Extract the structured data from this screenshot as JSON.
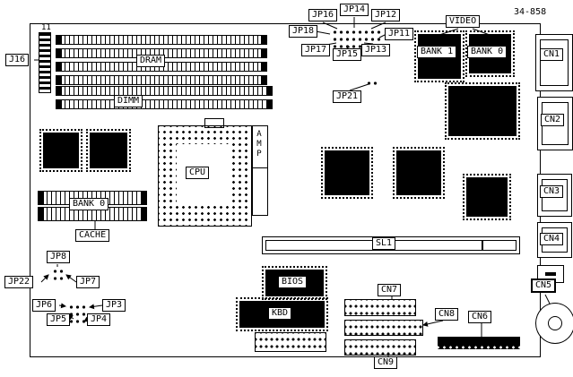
{
  "meta": {
    "part_number": "34-858"
  },
  "colors": {
    "ink": "#000000",
    "paper": "#ffffff"
  },
  "labels": {
    "pin11": "11",
    "j16": "J16",
    "dram": "DRAM",
    "dimm": "DIMM",
    "jp16": "JP16",
    "jp14": "JP14",
    "jp12": "JP12",
    "jp18": "JP18",
    "jp11": "JP11",
    "jp17": "JP17",
    "jp15": "JP15",
    "jp13": "JP13",
    "video": "VIDEO",
    "bank1": "BANK 1",
    "bank0_video": "BANK 0",
    "cn1": "CN1",
    "jp21": "JP21",
    "cn2": "CN2",
    "cpu": "CPU",
    "amp": "AMP",
    "bank0_cache": "BANK 0",
    "cache": "CACHE",
    "cn3": "CN3",
    "cn4": "CN4",
    "sl1": "SL1",
    "jp8": "JP8",
    "jp22": "JP22",
    "jp7": "JP7",
    "bios": "BIOS",
    "kbd": "KBD",
    "jp6": "JP6",
    "jp3": "JP3",
    "jp5": "JP5",
    "jp4": "JP4",
    "cn7": "CN7",
    "cn8": "CN8",
    "cn6": "CN6",
    "cn9": "CN9",
    "cn5": "CN5"
  }
}
